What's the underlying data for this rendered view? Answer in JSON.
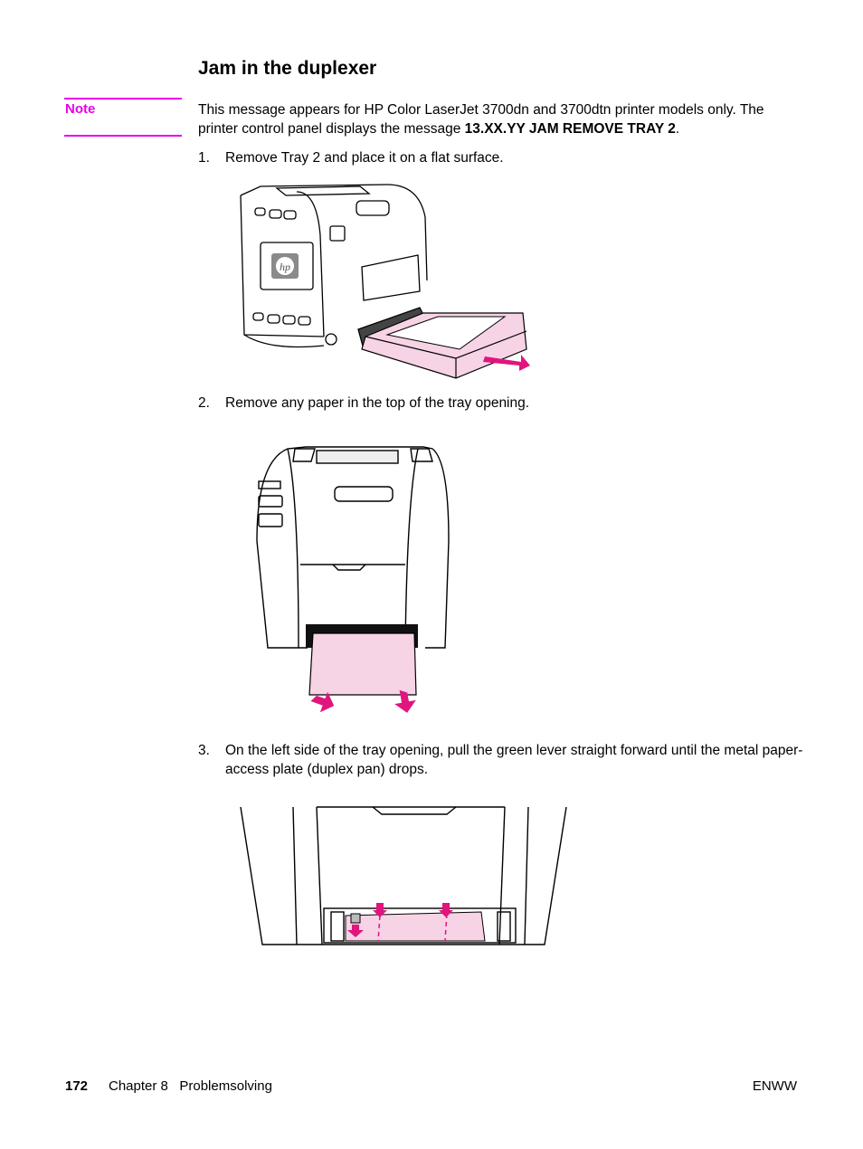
{
  "heading": "Jam in the duplexer",
  "note": {
    "label": "Note",
    "text_before": "This message appears for HP Color LaserJet 3700dn and 3700dtn printer models only. The printer control panel displays the message ",
    "text_bold": "13.XX.YY JAM REMOVE TRAY 2",
    "text_after": "."
  },
  "steps": [
    {
      "num": "1.",
      "text": "Remove Tray 2 and place it on a flat surface."
    },
    {
      "num": "2.",
      "text": "Remove any paper in the top of the tray opening."
    },
    {
      "num": "3.",
      "text": "On the left side of the tray opening, pull the green lever straight forward until the metal paper-access plate (duplex pan) drops."
    }
  ],
  "figures": {
    "figure1_logo": "hp"
  },
  "footer": {
    "page_number": "172",
    "chapter": "Chapter 8   Problemsolving",
    "right": "ENWW"
  },
  "colors": {
    "accent_magenta": "#e800e8",
    "paper_pink": "#f7d3e6",
    "arrow_pink": "#e0157e"
  }
}
